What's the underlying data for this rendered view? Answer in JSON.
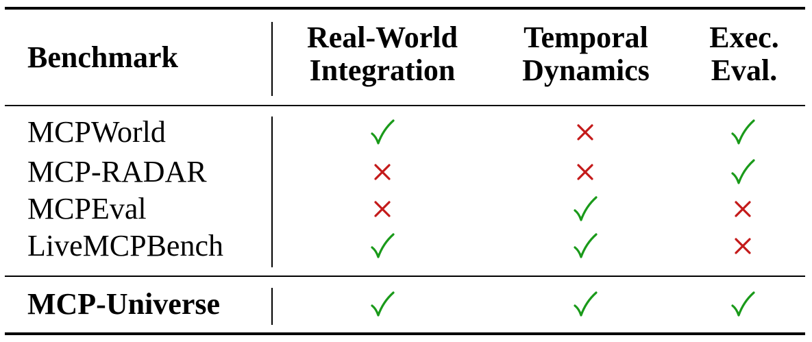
{
  "header": {
    "benchmark": "Benchmark",
    "real_world": [
      "Real-World",
      "Integration"
    ],
    "temporal": [
      "Temporal",
      "Dynamics"
    ],
    "exec": [
      "Exec.",
      "Eval."
    ]
  },
  "rows": [
    {
      "name": "MCPWorld",
      "real_world": "check",
      "temporal": "cross",
      "exec": "check"
    },
    {
      "name": "MCP-RADAR",
      "real_world": "cross",
      "temporal": "cross",
      "exec": "check"
    },
    {
      "name": "MCPEval",
      "real_world": "cross",
      "temporal": "check",
      "exec": "cross"
    },
    {
      "name": "LiveMCPBench",
      "real_world": "check",
      "temporal": "check",
      "exec": "cross"
    }
  ],
  "highlight_row": {
    "name": "MCP-Universe",
    "real_world": "check",
    "temporal": "check",
    "exec": "check"
  },
  "colors": {
    "check": "#1a9a1a",
    "cross": "#c41a1a"
  }
}
